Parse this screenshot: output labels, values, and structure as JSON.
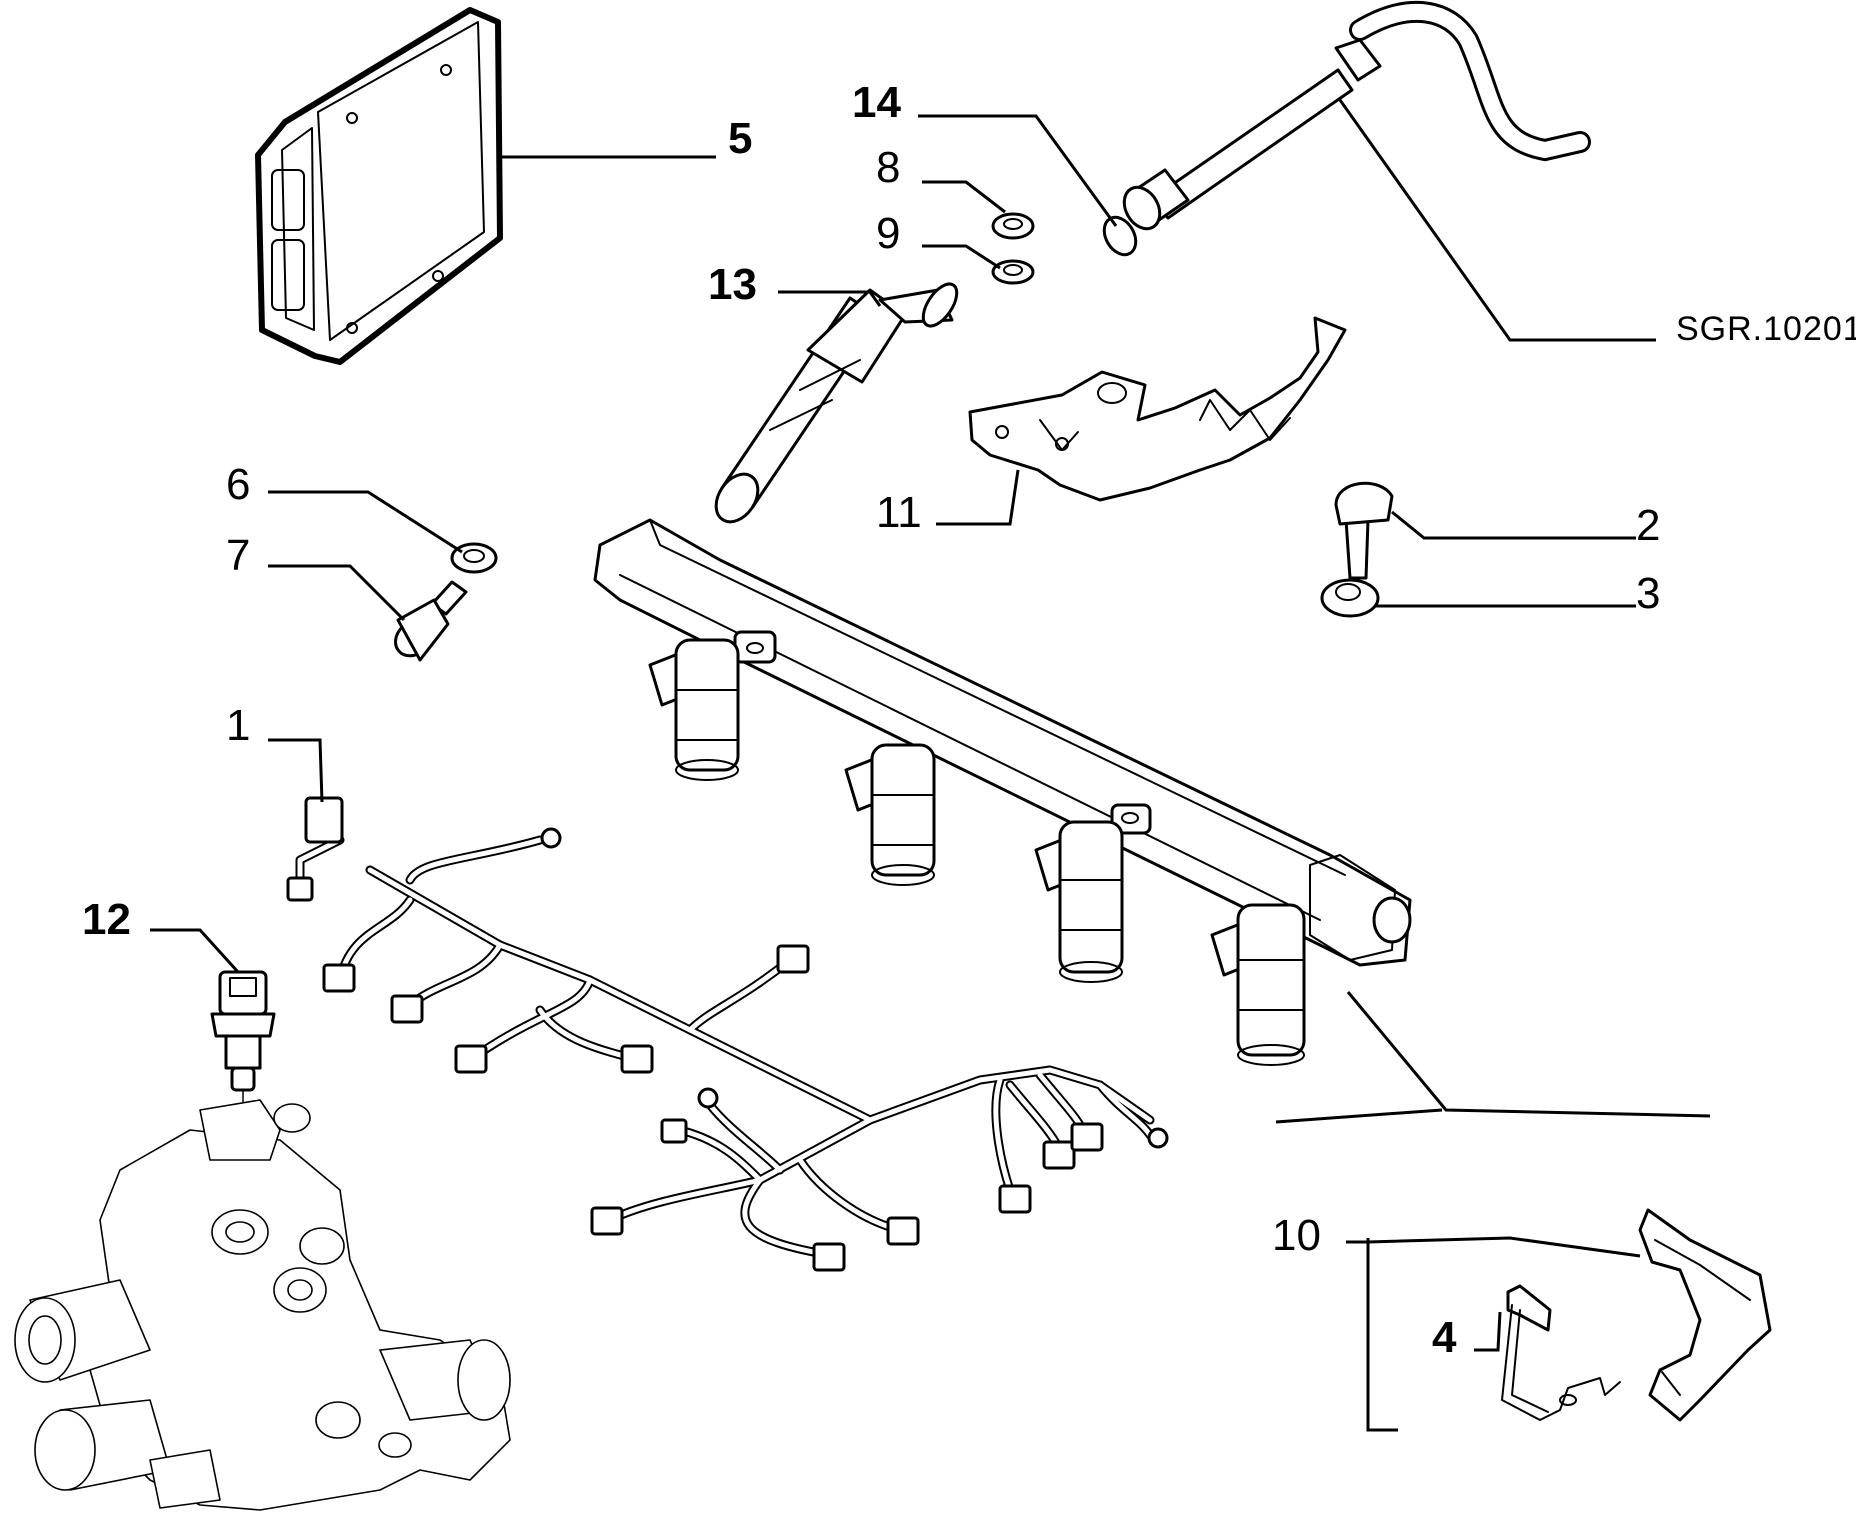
{
  "diagram": {
    "reference_code": "SGR.10201",
    "callouts": [
      {
        "id": "5",
        "label": "5"
      },
      {
        "id": "14",
        "label": "14"
      },
      {
        "id": "8",
        "label": "8"
      },
      {
        "id": "9",
        "label": "9"
      },
      {
        "id": "13",
        "label": "13"
      },
      {
        "id": "11",
        "label": "11"
      },
      {
        "id": "6",
        "label": "6"
      },
      {
        "id": "7",
        "label": "7"
      },
      {
        "id": "2",
        "label": "2"
      },
      {
        "id": "3",
        "label": "3"
      },
      {
        "id": "1",
        "label": "1"
      },
      {
        "id": "12",
        "label": "12"
      },
      {
        "id": "10",
        "label": "10"
      },
      {
        "id": "4",
        "label": "4"
      }
    ]
  }
}
